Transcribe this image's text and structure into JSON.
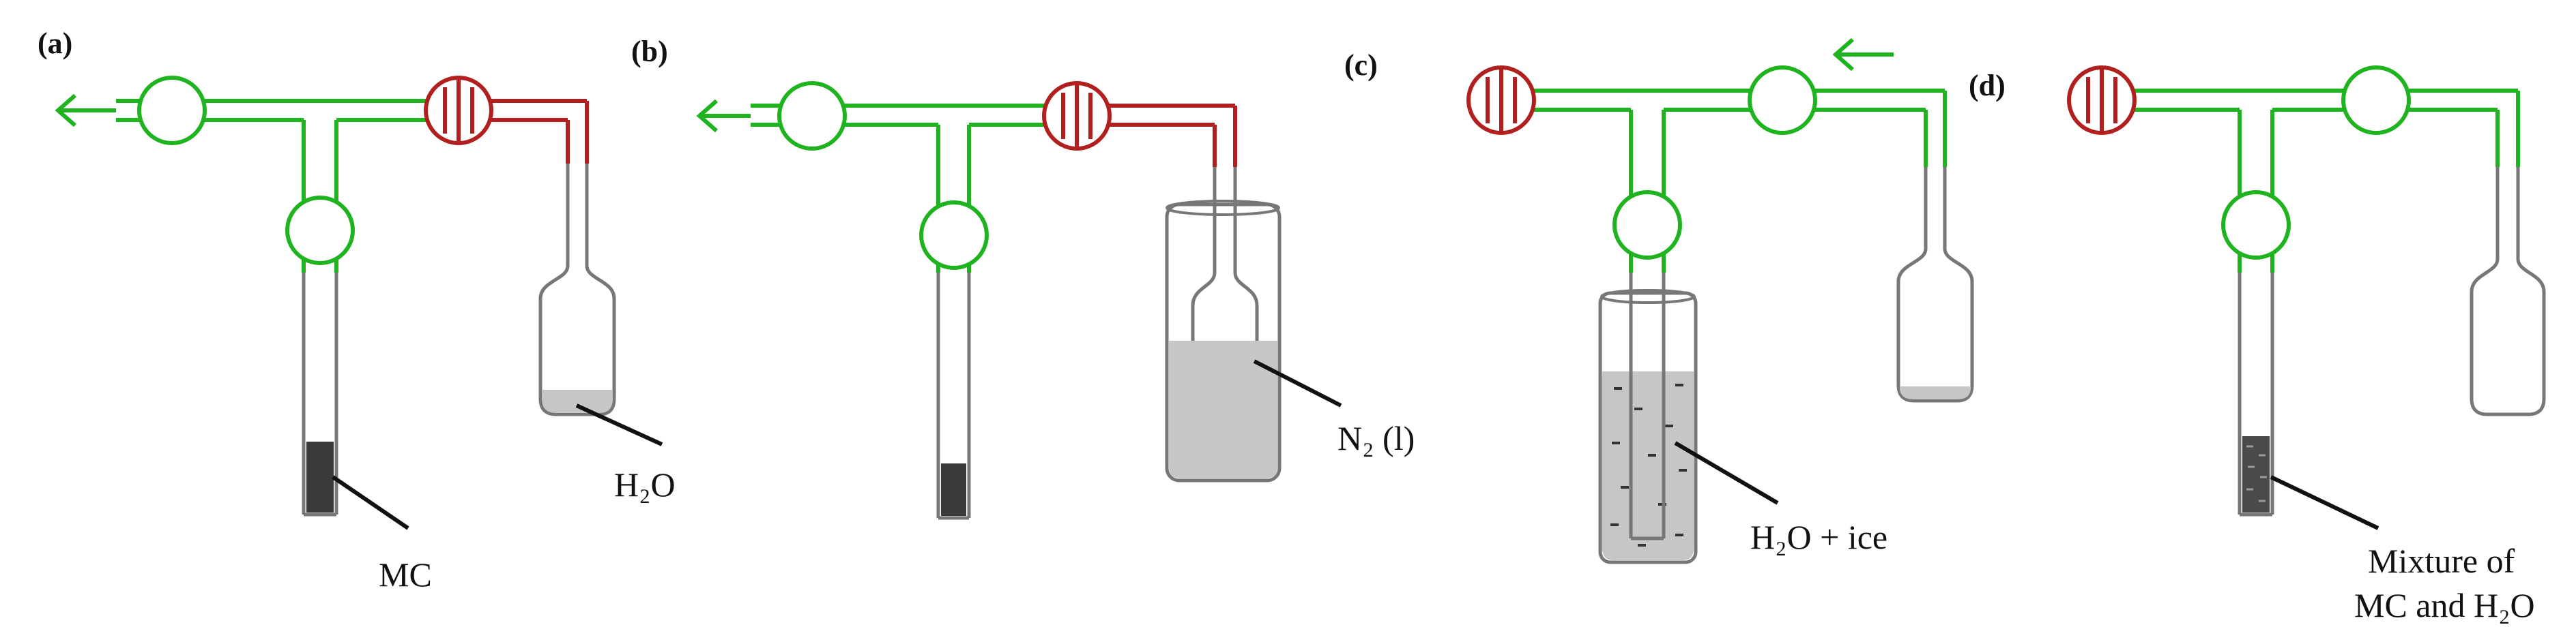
{
  "colors": {
    "green": "#1fb31f",
    "red": "#b21f1f",
    "gray": "#777777",
    "liquid": "#c6c6c6",
    "sample": "#3a3a3a"
  },
  "panels": [
    {
      "label": "(a)",
      "callouts": [
        "MC",
        "H₂O"
      ]
    },
    {
      "label": "(b)",
      "callouts": [
        "N₂ (l)"
      ]
    },
    {
      "label": "(c)",
      "callouts": [
        "H₂O + ice"
      ]
    },
    {
      "label": "(d)",
      "callouts": [
        "Mixture of",
        "MC and H₂O"
      ]
    }
  ],
  "legend": {
    "open_valve": "green-circle",
    "closed_valve": "red-circle-with-bars",
    "flow": "arrow-icon"
  }
}
